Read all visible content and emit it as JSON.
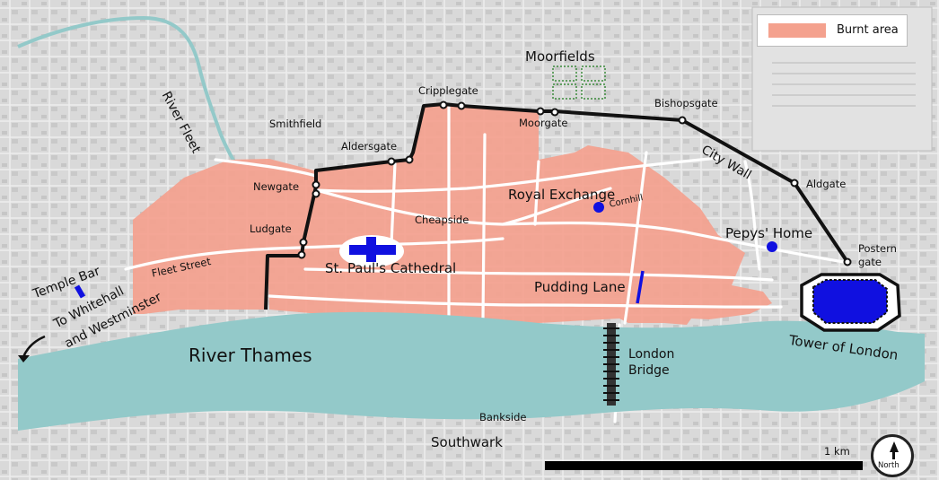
{
  "legend": {
    "label": "Burnt area",
    "color": "#f4a18e"
  },
  "colors": {
    "water": "#93c9c9",
    "wall": "#111111",
    "roads": "#ffffff",
    "markers": "#1010e0"
  },
  "labels": {
    "moorfields": "Moorfields",
    "river_fleet": "River Fleet",
    "smithfield": "Smithfield",
    "cripplegate": "Cripplegate",
    "moorgate": "Moorgate",
    "bishopsgate": "Bishopsgate",
    "aldersgate": "Aldersgate",
    "newgate": "Newgate",
    "ludgate": "Ludgate",
    "city_wall": "City Wall",
    "aldgate": "Aldgate",
    "royal_exchange": "Royal Exchange",
    "cornhill": "Cornhill",
    "cheapside": "Cheapside",
    "pepys_home": "Pepys' Home",
    "postern_gate_1": "Postern",
    "postern_gate_2": "gate",
    "fleet_street": "Fleet Street",
    "st_pauls": "St. Paul's Cathedral",
    "temple_bar": "Temple Bar",
    "pudding_lane": "Pudding Lane",
    "to_whitehall_1": "To Whitehall",
    "to_whitehall_2": "and Westminster",
    "river_thames": "River Thames",
    "london_bridge_1": "London",
    "london_bridge_2": "Bridge",
    "tower_of_london": "Tower of London",
    "bankside": "Bankside",
    "southwark": "Southwark"
  },
  "scale": {
    "label": "1 km"
  },
  "compass": {
    "label": "North",
    "icon": "north-arrow-icon"
  }
}
